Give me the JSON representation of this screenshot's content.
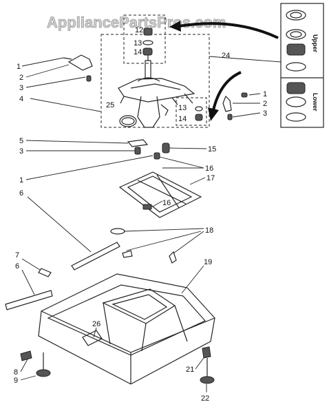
{
  "watermark": "AppliancePartsPros.com",
  "inset": {
    "upper_label": "Upper",
    "lower_label": "Lower"
  },
  "callouts": [
    {
      "id": "c12",
      "text": "12"
    },
    {
      "id": "c13a",
      "text": "13"
    },
    {
      "id": "c14a",
      "text": "14"
    },
    {
      "id": "c24",
      "text": "24"
    },
    {
      "id": "c1a",
      "text": "1"
    },
    {
      "id": "c2a",
      "text": "2"
    },
    {
      "id": "c3a",
      "text": "3"
    },
    {
      "id": "c4",
      "text": "4"
    },
    {
      "id": "c25",
      "text": "25"
    },
    {
      "id": "c13b",
      "text": "13"
    },
    {
      "id": "c14b",
      "text": "14"
    },
    {
      "id": "c1b",
      "text": "1"
    },
    {
      "id": "c2b",
      "text": "2"
    },
    {
      "id": "c3b",
      "text": "3"
    },
    {
      "id": "c5",
      "text": "5"
    },
    {
      "id": "c3c",
      "text": "3"
    },
    {
      "id": "c15",
      "text": "15"
    },
    {
      "id": "c1c",
      "text": "1"
    },
    {
      "id": "c16a",
      "text": "16"
    },
    {
      "id": "c17",
      "text": "17"
    },
    {
      "id": "c16b",
      "text": "16"
    },
    {
      "id": "c6a",
      "text": "6"
    },
    {
      "id": "c18",
      "text": "18"
    },
    {
      "id": "c7",
      "text": "7"
    },
    {
      "id": "c6b",
      "text": "6"
    },
    {
      "id": "c19",
      "text": "19"
    },
    {
      "id": "c26",
      "text": "26"
    },
    {
      "id": "c8",
      "text": "8"
    },
    {
      "id": "c9",
      "text": "9"
    },
    {
      "id": "c21",
      "text": "21"
    },
    {
      "id": "c22",
      "text": "22"
    }
  ]
}
